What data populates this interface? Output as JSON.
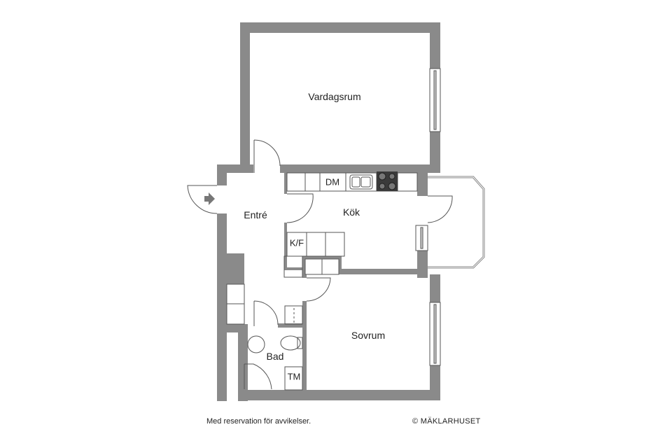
{
  "floorplan": {
    "rooms": [
      {
        "id": "vardagsrum",
        "label": "Vardagsrum"
      },
      {
        "id": "entre",
        "label": "Entré"
      },
      {
        "id": "kok",
        "label": "Kök"
      },
      {
        "id": "sovrum",
        "label": "Sovrum"
      },
      {
        "id": "bad",
        "label": "Bad"
      }
    ],
    "fixtures": {
      "dishwasher": "DM",
      "fridge_freezer": "K/F",
      "washing_machine": "TM"
    },
    "colors": {
      "wall": "#8a8a8a",
      "line": "#555555",
      "stove": "#3a3a3a",
      "background": "#ffffff"
    }
  },
  "footer": {
    "disclaimer": "Med reservation för avvikelser.",
    "copyright": "© MÄKLARHUSET"
  }
}
